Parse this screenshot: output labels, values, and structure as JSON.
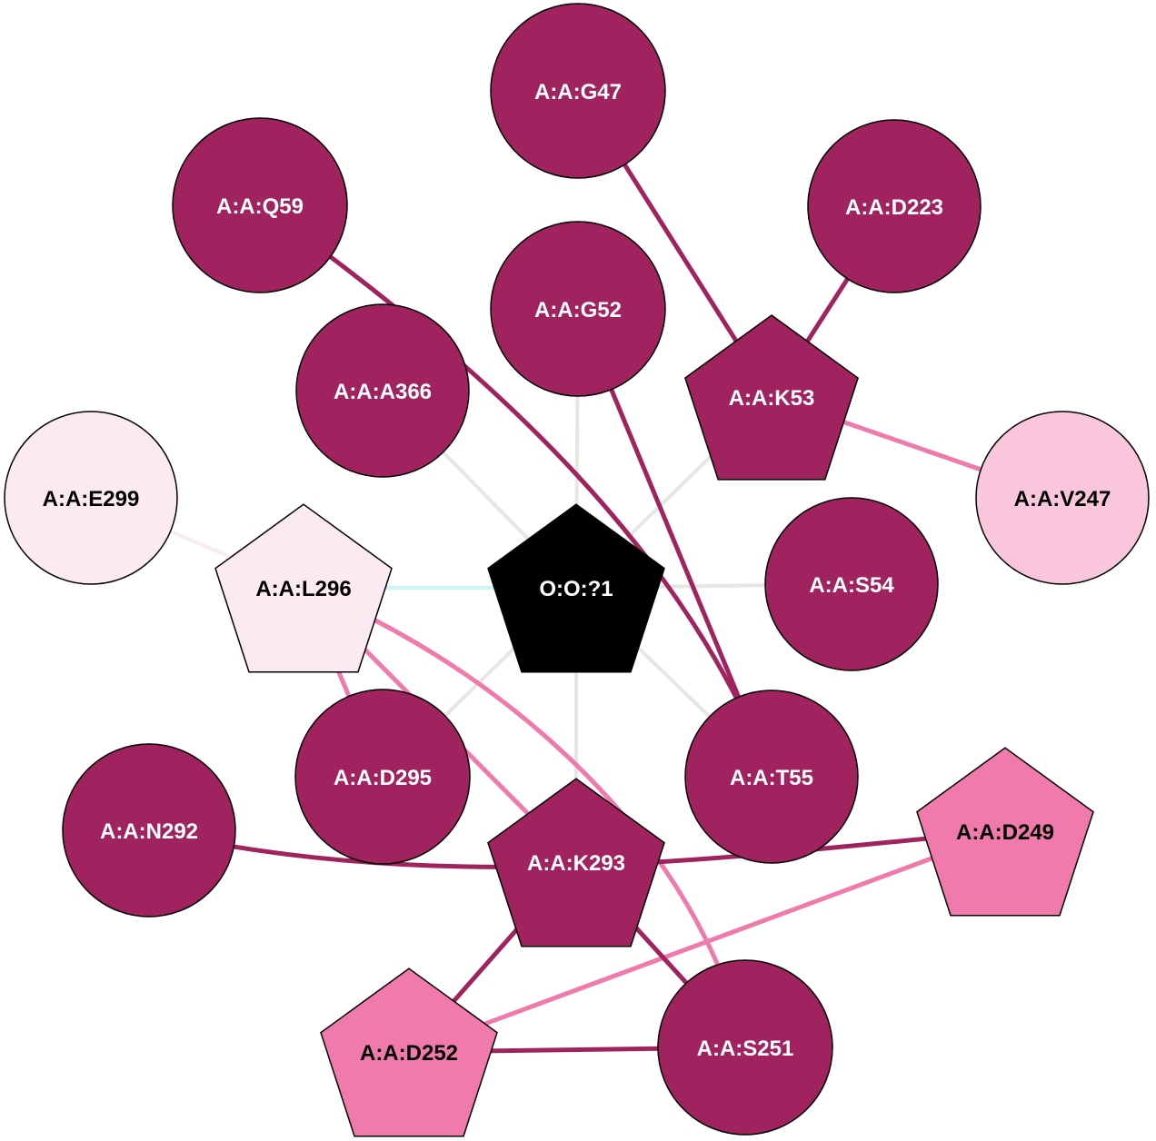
{
  "colors": {
    "dark": "#a0235f",
    "pink": "#f07aab",
    "light_pink": "#f9c6db",
    "pale": "#fbeaf2",
    "center": "#000000",
    "gray_edge": "#e6e6e6",
    "cyan_edge": "#c9f7f7"
  },
  "nodes": [
    {
      "id": "G47",
      "label": "A:A:G47",
      "shape": "circle",
      "fill": "dark",
      "text": "light"
    },
    {
      "id": "D223",
      "label": "A:A:D223",
      "shape": "circle",
      "fill": "dark",
      "text": "light"
    },
    {
      "id": "Q59",
      "label": "A:A:Q59",
      "shape": "circle",
      "fill": "dark",
      "text": "light"
    },
    {
      "id": "G52",
      "label": "A:A:G52",
      "shape": "circle",
      "fill": "dark",
      "text": "light"
    },
    {
      "id": "A366",
      "label": "A:A:A366",
      "shape": "circle",
      "fill": "dark",
      "text": "light"
    },
    {
      "id": "K53",
      "label": "A:A:K53",
      "shape": "pentagon",
      "fill": "dark",
      "text": "light"
    },
    {
      "id": "E299",
      "label": "A:A:E299",
      "shape": "circle",
      "fill": "pale",
      "text": "dark"
    },
    {
      "id": "V247",
      "label": "A:A:V247",
      "shape": "circle",
      "fill": "light_pink",
      "text": "dark"
    },
    {
      "id": "L296",
      "label": "A:A:L296",
      "shape": "pentagon",
      "fill": "pale",
      "text": "dark"
    },
    {
      "id": "O1",
      "label": "O:O:?1",
      "shape": "pentagon",
      "fill": "center",
      "text": "light"
    },
    {
      "id": "S54",
      "label": "A:A:S54",
      "shape": "circle",
      "fill": "dark",
      "text": "light"
    },
    {
      "id": "D295",
      "label": "A:A:D295",
      "shape": "circle",
      "fill": "dark",
      "text": "light"
    },
    {
      "id": "T55",
      "label": "A:A:T55",
      "shape": "circle",
      "fill": "dark",
      "text": "light"
    },
    {
      "id": "N292",
      "label": "A:A:N292",
      "shape": "circle",
      "fill": "dark",
      "text": "light"
    },
    {
      "id": "K293",
      "label": "A:A:K293",
      "shape": "pentagon",
      "fill": "dark",
      "text": "light"
    },
    {
      "id": "D249",
      "label": "A:A:D249",
      "shape": "pentagon",
      "fill": "pink",
      "text": "dark"
    },
    {
      "id": "D252",
      "label": "A:A:D252",
      "shape": "pentagon",
      "fill": "pink",
      "text": "dark"
    },
    {
      "id": "S251",
      "label": "A:A:S251",
      "shape": "circle",
      "fill": "dark",
      "text": "light"
    }
  ],
  "edges": [
    {
      "from": "O1",
      "to": "G52",
      "color": "gray_edge"
    },
    {
      "from": "O1",
      "to": "A366",
      "color": "gray_edge"
    },
    {
      "from": "O1",
      "to": "K53",
      "color": "gray_edge"
    },
    {
      "from": "O1",
      "to": "S54",
      "color": "gray_edge"
    },
    {
      "from": "O1",
      "to": "T55",
      "color": "gray_edge"
    },
    {
      "from": "O1",
      "to": "K293",
      "color": "gray_edge"
    },
    {
      "from": "O1",
      "to": "D295",
      "color": "gray_edge"
    },
    {
      "from": "O1",
      "to": "L296",
      "color": "cyan_edge"
    },
    {
      "from": "E299",
      "to": "L296",
      "color": "pale"
    },
    {
      "from": "G47",
      "to": "K53",
      "color": "dark"
    },
    {
      "from": "D223",
      "to": "K53",
      "color": "dark"
    },
    {
      "from": "K53",
      "to": "V247",
      "color": "pink"
    },
    {
      "from": "Q59",
      "to": "T55",
      "color": "dark",
      "curve": true
    },
    {
      "from": "G52",
      "to": "T55",
      "color": "dark"
    },
    {
      "from": "L296",
      "to": "D295",
      "color": "pink"
    },
    {
      "from": "L296",
      "to": "K293",
      "color": "pink"
    },
    {
      "from": "L296",
      "to": "S251",
      "color": "pink",
      "curve": true
    },
    {
      "from": "N292",
      "to": "D249",
      "color": "dark",
      "curve": true
    },
    {
      "from": "D249",
      "to": "D252",
      "color": "pink"
    },
    {
      "from": "K293",
      "to": "D252",
      "color": "dark"
    },
    {
      "from": "K293",
      "to": "S251",
      "color": "dark"
    },
    {
      "from": "D252",
      "to": "S251",
      "color": "dark"
    }
  ]
}
